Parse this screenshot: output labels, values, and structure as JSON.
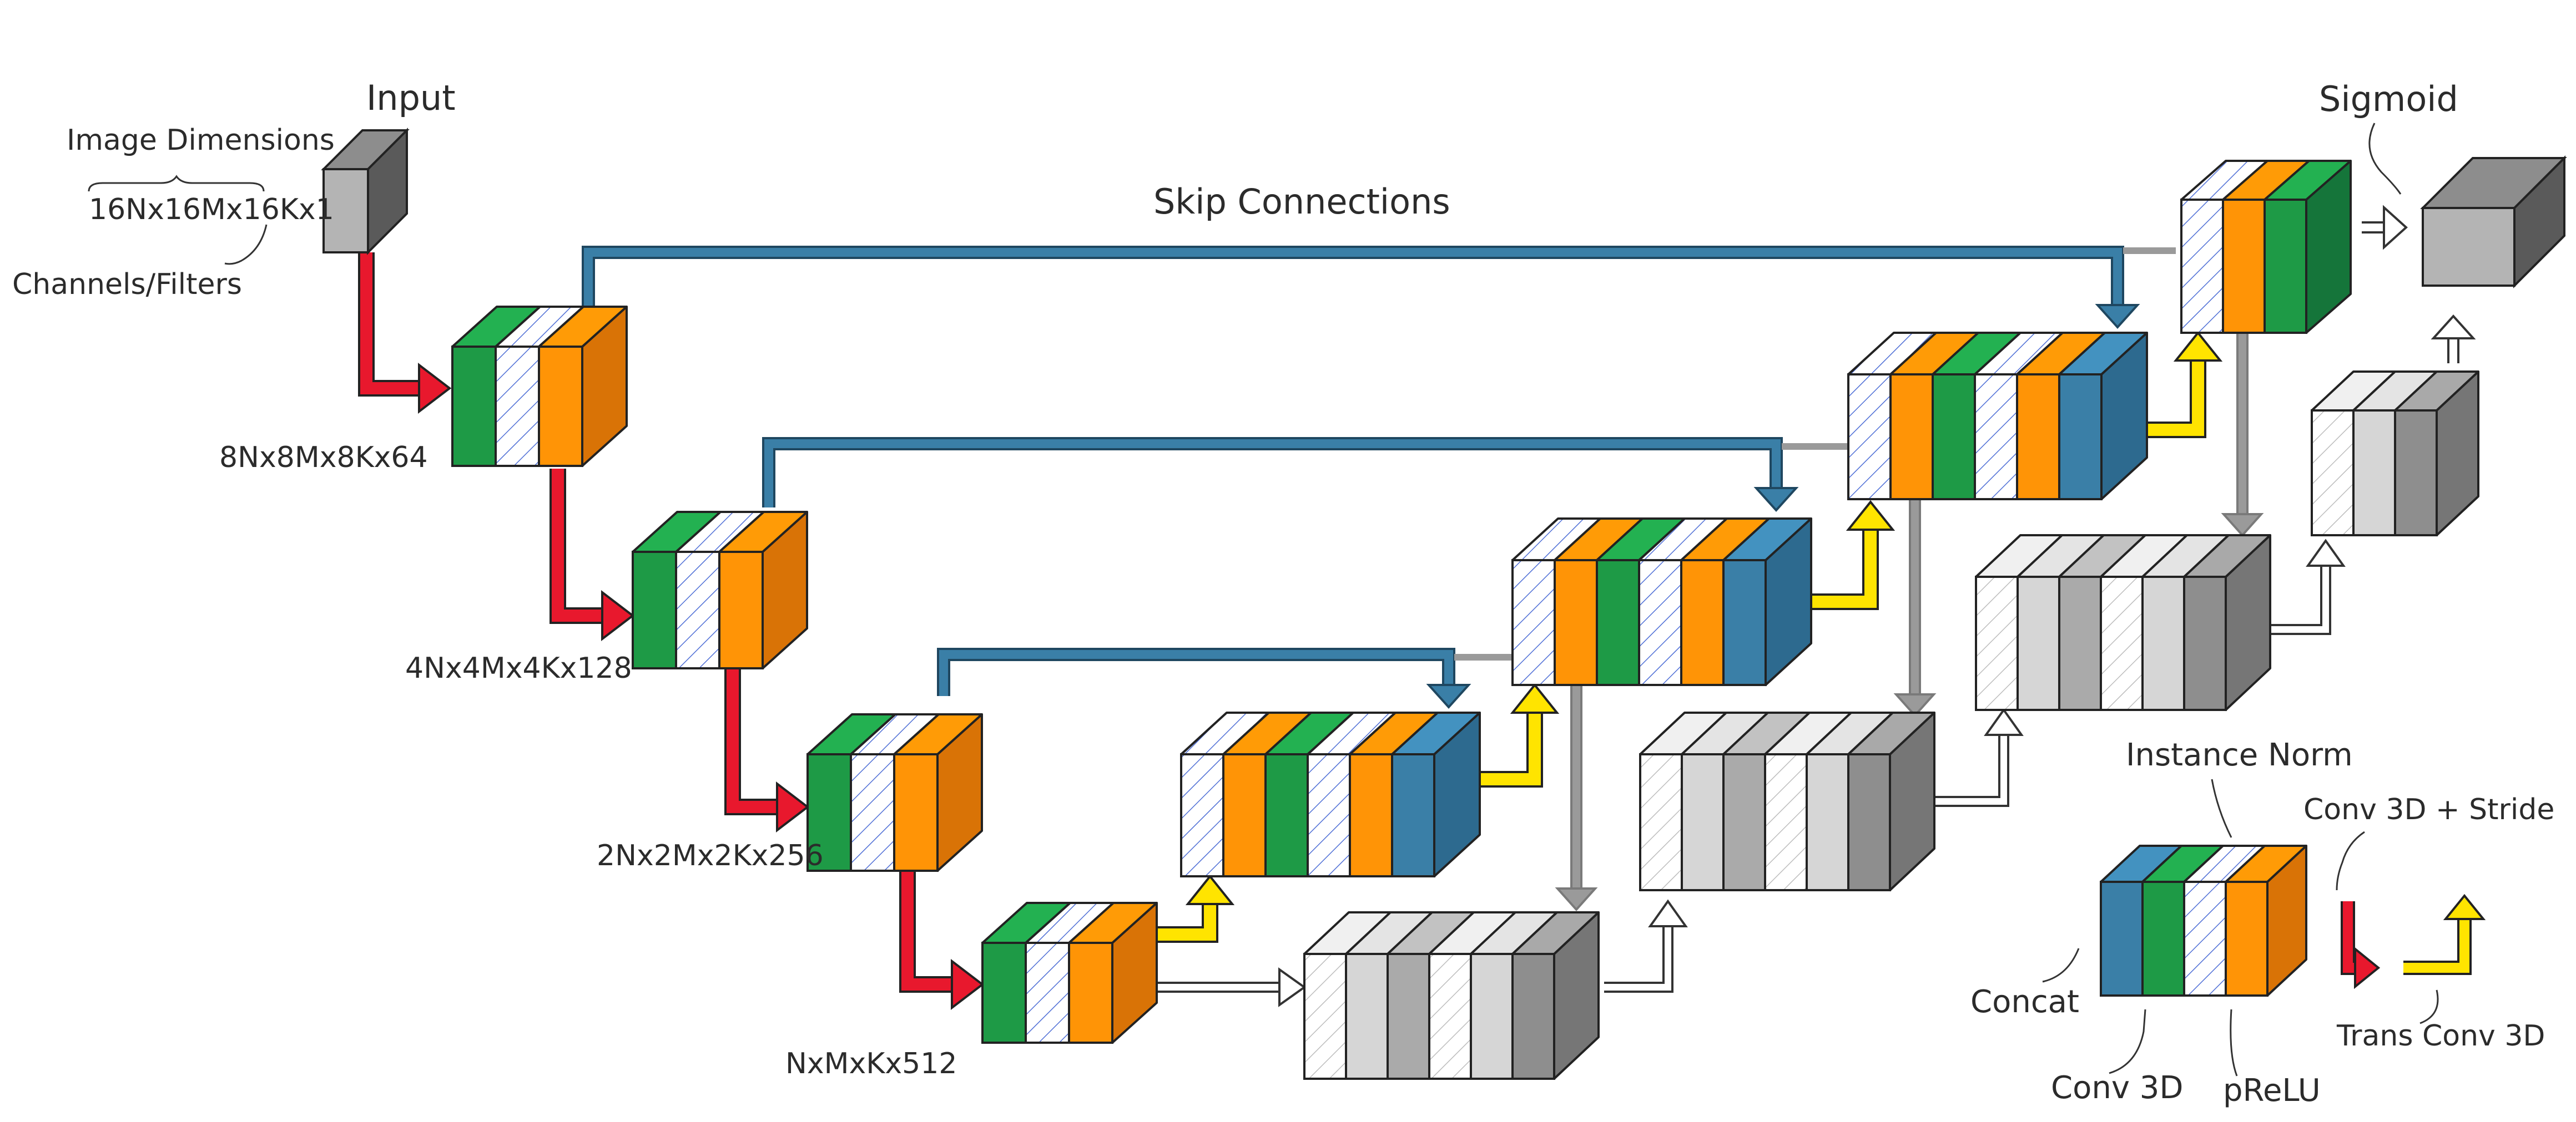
{
  "labels": {
    "input": "Input",
    "image_dimensions": "Image Dimensions",
    "dims": "16Nx16Mx16Kx1",
    "channels": "Channels/Filters",
    "skip": "Skip Connections",
    "sigmoid": "Sigmoid",
    "level1": "8Nx8Mx8Kx64",
    "level2": "4Nx4Mx4Kx128",
    "level3": "2Nx2Mx2Kx256",
    "level4": "NxMxKx512"
  },
  "legend": {
    "instance_norm": "Instance Norm",
    "conv_stride": "Conv 3D + Stride",
    "concat": "Concat",
    "conv3d": "Conv 3D",
    "prelu": "pReLU",
    "trans_conv": "Trans Conv 3D"
  },
  "colors": {
    "conv3d": "#1e9a46",
    "instance_norm_hatch": "#4f6fd6",
    "prelu": "#ff9406",
    "concat": "#3a7fa7",
    "conv_stride_arrow": "#e8182d",
    "trans_conv_arrow": "#ffe400",
    "skip_line": "#3a7fa7",
    "gray_light": "#d6d6d6",
    "gray_mid": "#aaaaaa",
    "gray_dark": "#8e8e8e",
    "input_cube": "#b4b4b4"
  }
}
